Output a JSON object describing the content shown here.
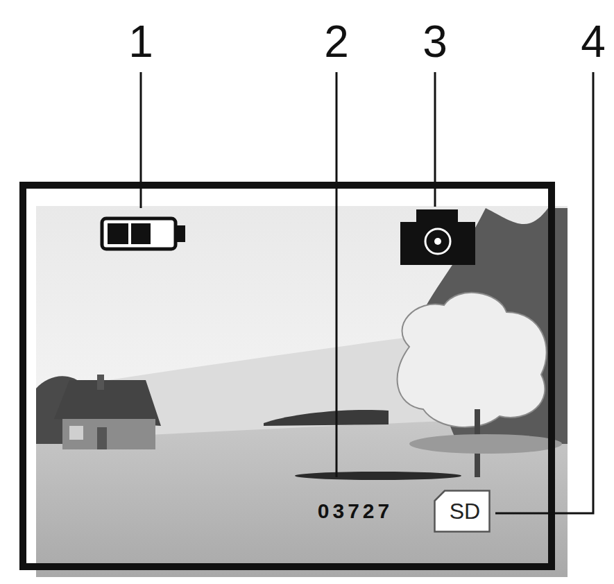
{
  "diagram": {
    "nodes": [
      {
        "text": [
          "SD"
        ]
      }
    ],
    "labels": [
      "1",
      "2",
      "3",
      "4",
      "03727"
    ]
  }
}
